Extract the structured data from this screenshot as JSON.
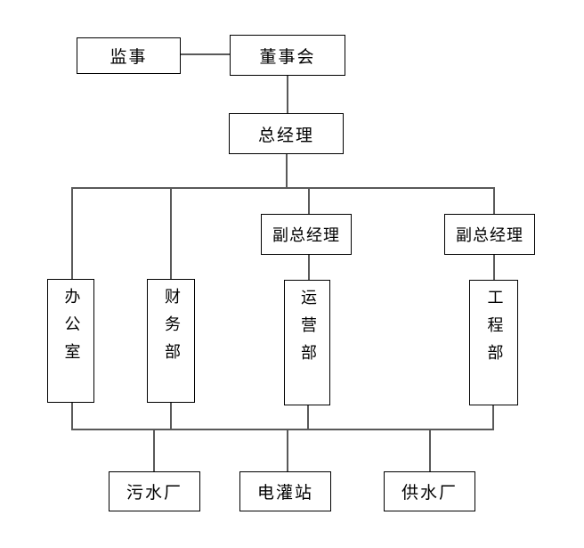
{
  "diagram_type": "organizational-chart",
  "colors": {
    "background": "#ffffff",
    "box_fill": "#ffffff",
    "box_border": "#000000",
    "connector": "#595959",
    "text": "#000000"
  },
  "nodes": {
    "jianshi": {
      "label": "监事"
    },
    "dongshihui": {
      "label": "董事会"
    },
    "zongjingli": {
      "label": "总经理"
    },
    "fuzong1": {
      "label": "副总经理"
    },
    "fuzong2": {
      "label": "副总经理"
    },
    "bangongshi": {
      "label": "办公室"
    },
    "caiwubu": {
      "label": "财务部"
    },
    "yunyingbu": {
      "label": "运营部"
    },
    "gongchengbu": {
      "label": "工程部"
    },
    "wushuichang": {
      "label": "污水厂"
    },
    "dianguanzhan": {
      "label": "电灌站"
    },
    "gongshuichang": {
      "label": "供水厂"
    }
  },
  "edges": [
    [
      "jianshi",
      "dongshihui"
    ],
    [
      "dongshihui",
      "zongjingli"
    ],
    [
      "zongjingli",
      "bangongshi"
    ],
    [
      "zongjingli",
      "caiwubu"
    ],
    [
      "zongjingli",
      "fuzong1"
    ],
    [
      "zongjingli",
      "fuzong2"
    ],
    [
      "fuzong1",
      "yunyingbu"
    ],
    [
      "fuzong2",
      "gongchengbu"
    ],
    [
      "bangongshi",
      "lower-bus"
    ],
    [
      "caiwubu",
      "lower-bus"
    ],
    [
      "yunyingbu",
      "lower-bus"
    ],
    [
      "gongchengbu",
      "lower-bus"
    ],
    [
      "lower-bus",
      "wushuichang"
    ],
    [
      "lower-bus",
      "dianguanzhan"
    ],
    [
      "lower-bus",
      "gongshuichang"
    ]
  ]
}
